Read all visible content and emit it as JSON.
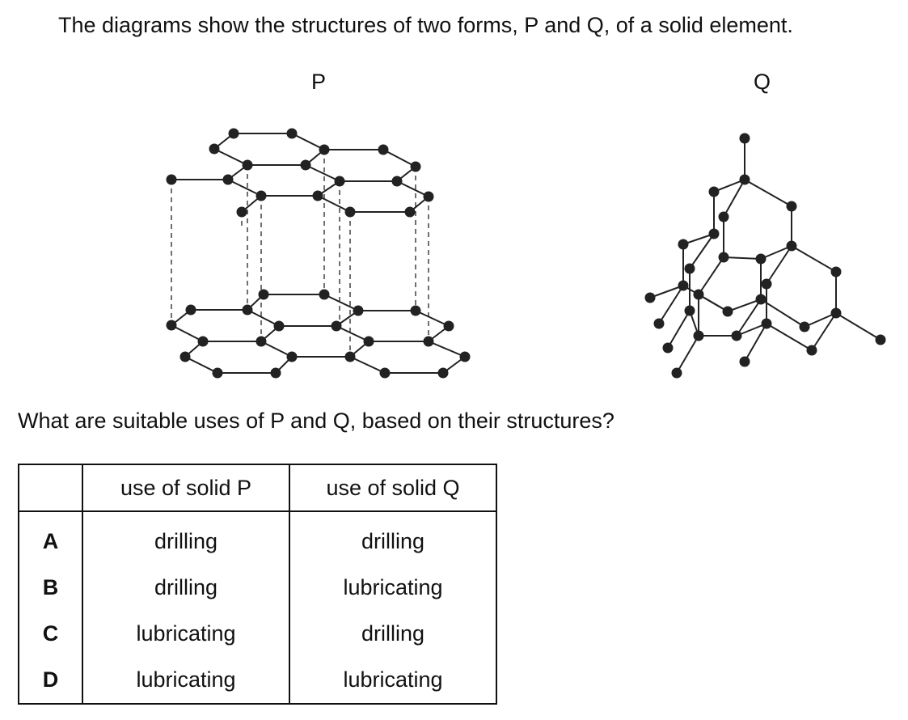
{
  "intro": "The diagrams show the structures of two forms, P and Q, of a solid element.",
  "diagram_labels": {
    "p": "P",
    "q": "Q"
  },
  "question": "What are suitable uses of P and Q, based on their structures?",
  "table": {
    "headers": [
      "",
      "use of solid P",
      "use of solid Q"
    ],
    "rows": [
      {
        "key": "A",
        "p": "drilling",
        "q": "drilling"
      },
      {
        "key": "B",
        "p": "drilling",
        "q": "lubricating"
      },
      {
        "key": "C",
        "p": "lubricating",
        "q": "drilling"
      },
      {
        "key": "D",
        "p": "lubricating",
        "q": "lubricating"
      }
    ]
  }
}
